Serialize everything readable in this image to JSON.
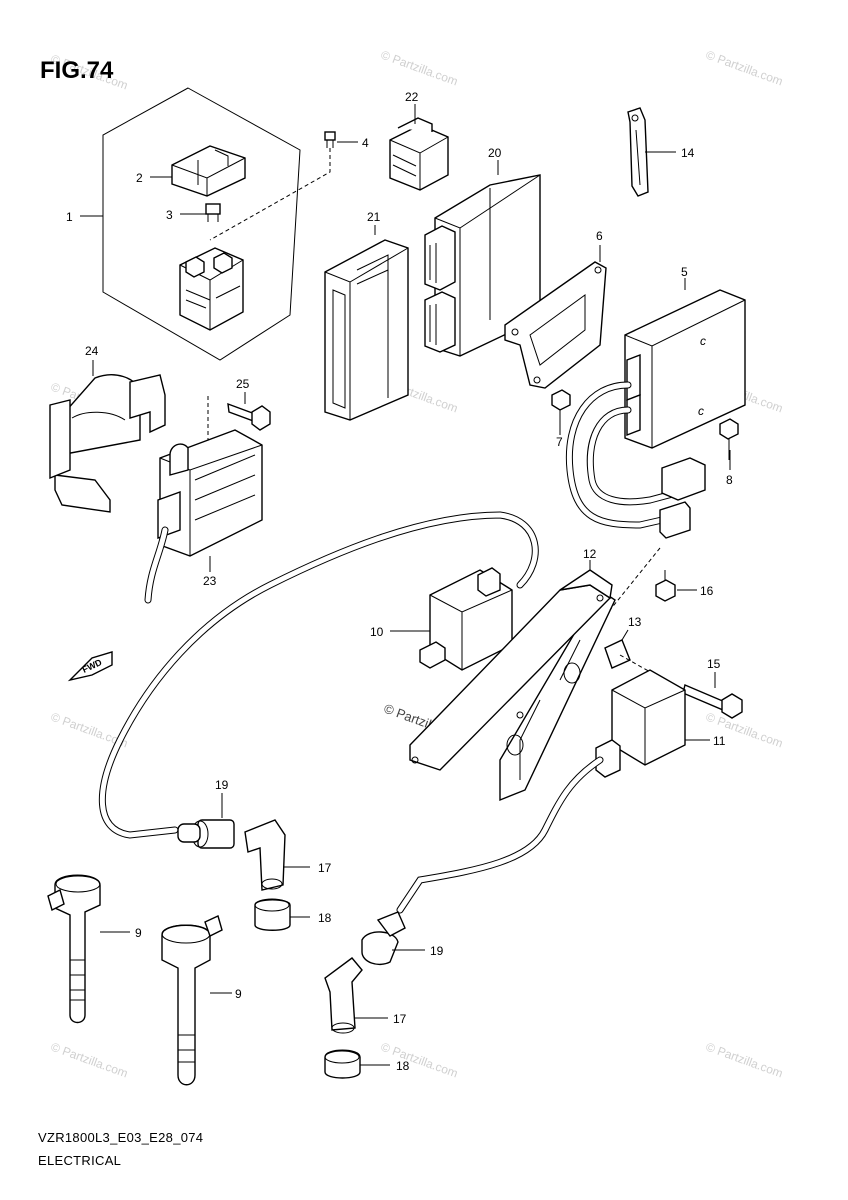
{
  "figure": {
    "title": "FIG.74",
    "model_code": "VZR1800L3_E03_E28_074",
    "section": "ELECTRICAL",
    "fwd_label": "FWD"
  },
  "watermark": {
    "text": "© Partzilla.com"
  },
  "parts": [
    {
      "ref": "1",
      "icon": "relay-assembly-icon"
    },
    {
      "ref": "2",
      "icon": "relay-cover-icon"
    },
    {
      "ref": "3",
      "icon": "fuse-icon"
    },
    {
      "ref": "4",
      "icon": "screw-icon"
    },
    {
      "ref": "5",
      "icon": "control-unit-icon"
    },
    {
      "ref": "6",
      "icon": "bracket-icon"
    },
    {
      "ref": "7",
      "icon": "bolt-icon"
    },
    {
      "ref": "8",
      "icon": "bolt-icon"
    },
    {
      "ref": "9",
      "icon": "ignition-coil-icon"
    },
    {
      "ref": "10",
      "icon": "ignition-coil-icon"
    },
    {
      "ref": "11",
      "icon": "ignition-coil-icon"
    },
    {
      "ref": "12",
      "icon": "coil-bracket-icon"
    },
    {
      "ref": "13",
      "icon": "spacer-icon"
    },
    {
      "ref": "14",
      "icon": "band-icon"
    },
    {
      "ref": "15",
      "icon": "bolt-icon"
    },
    {
      "ref": "16",
      "icon": "bolt-icon"
    },
    {
      "ref": "17",
      "icon": "plug-cap-icon"
    },
    {
      "ref": "18",
      "icon": "seal-icon"
    },
    {
      "ref": "19",
      "icon": "cap-icon"
    },
    {
      "ref": "20",
      "icon": "ecm-icon"
    },
    {
      "ref": "21",
      "icon": "ecm-cover-icon"
    },
    {
      "ref": "22",
      "icon": "connector-icon"
    },
    {
      "ref": "23",
      "icon": "regulator-icon"
    },
    {
      "ref": "24",
      "icon": "bracket-icon"
    },
    {
      "ref": "25",
      "icon": "bolt-icon"
    }
  ]
}
